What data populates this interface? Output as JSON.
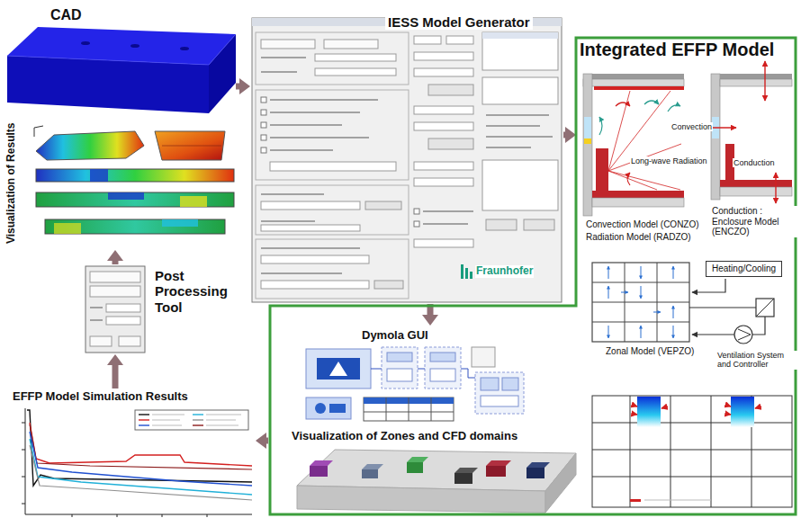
{
  "diagram": {
    "nodes": [
      {
        "text": [
          "CAD"
        ]
      },
      {
        "text": [
          "IESS Model Generator"
        ]
      },
      {
        "text": [
          "Integrated EFFP Model"
        ]
      },
      {
        "text": [
          "Dymola GUI"
        ],
        "in": 2
      },
      {
        "text": [
          "Visualization of Zones and CFD domains"
        ],
        "in": 2
      },
      {
        "text": [
          "Heating/Cooling"
        ],
        "in": 2
      },
      {
        "text": [
          "EFFP Model Simulation Results"
        ]
      },
      {
        "text": [
          "Post Processing Tool"
        ]
      },
      {
        "text": [
          "Visualization of Results"
        ]
      }
    ],
    "edges": [
      {
        "from": 0,
        "to": 1,
        "arrow": "to"
      },
      {
        "from": 1,
        "to": 2,
        "arrow": "to"
      },
      {
        "from": 1,
        "to": 3,
        "arrow": "to"
      },
      {
        "from": 2,
        "to": 6,
        "arrow": "to"
      },
      {
        "from": 6,
        "to": 7,
        "arrow": "to"
      },
      {
        "from": 7,
        "to": 8,
        "arrow": "to"
      }
    ],
    "labels": [
      "Convection",
      "Long-wave Radiation",
      "Conduction",
      "Convection Model (CONZO)",
      "Radiation Model (RADZO)",
      "Conduction : Enclosure Model (ENCZO)",
      "Zonal Model (VEPZO)",
      "Ventilation System and Controller",
      "Fraunhofer"
    ]
  }
}
